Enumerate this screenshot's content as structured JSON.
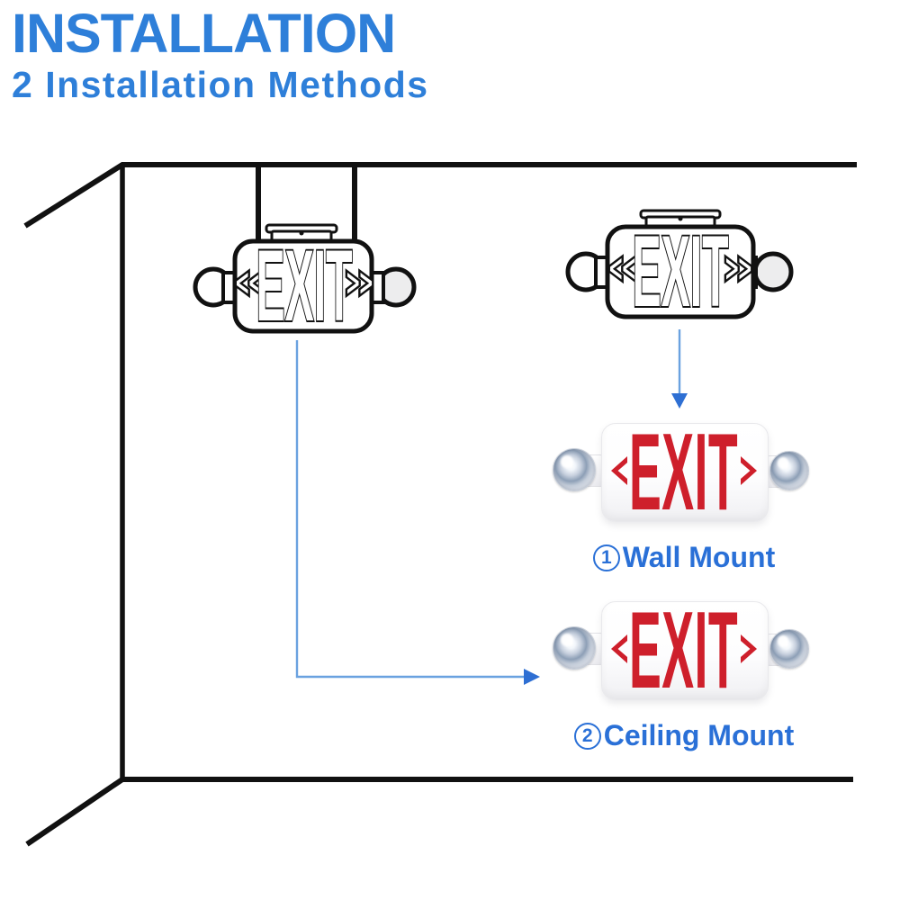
{
  "header": {
    "title": "INSTALLATION",
    "subtitle": "2 Installation Methods"
  },
  "diagram": {
    "ceiling_sign": {
      "text": "EXIT",
      "chevron_left": "«",
      "chevron_right": "»"
    },
    "second_sign": {
      "text": "EXIT",
      "chevron_left": "«",
      "chevron_right": "»"
    }
  },
  "products": [
    {
      "number": "1",
      "label": "Wall Mount",
      "sign_text": "EXIT"
    },
    {
      "number": "2",
      "label": "Ceiling Mount",
      "sign_text": "EXIT"
    }
  ],
  "colors": {
    "heading_blue": "#2e7fd9",
    "label_blue": "#2a70d7",
    "arrow_line_blue": "#6aa2e0",
    "arrowhead_blue": "#2e6fd3",
    "exit_red": "#ce1f2b",
    "line_black": "#111111"
  }
}
